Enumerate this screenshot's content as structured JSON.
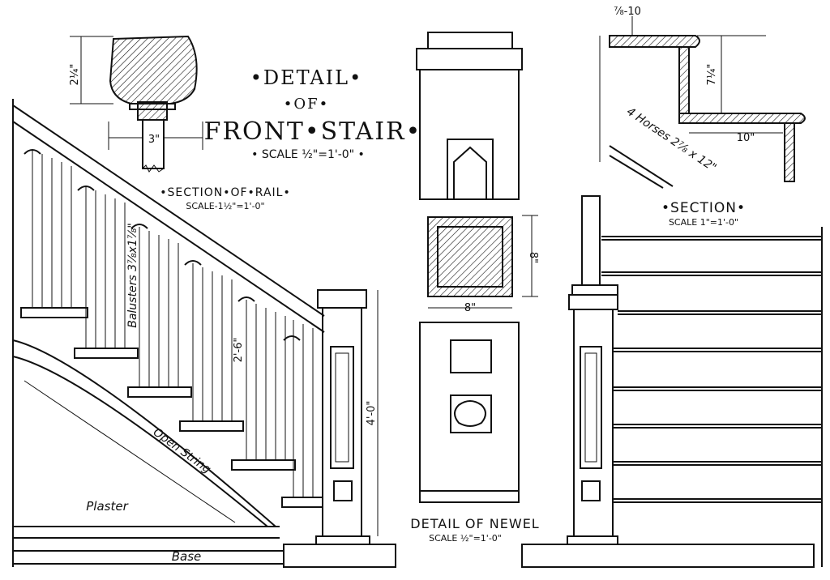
{
  "title": {
    "line1": "•DETAIL•",
    "line2": "•OF•",
    "line3": "FRONT•STAIR•",
    "scale": "• SCALE ½\"=1'-0\" •"
  },
  "section_of_rail": {
    "title": "•SECTION•OF•RAIL•",
    "scale": "SCALE-1½\"=1'-0\"",
    "dim_height": "2¼\"",
    "dim_width": "3\""
  },
  "section": {
    "title": "•SECTION•",
    "scale": "SCALE 1\"=1'-0\"",
    "dim_top": "⅞-10",
    "dim_riser": "7¼\"",
    "dim_tread": "10\"",
    "horses": "4 Horses 2⅞ x 12\""
  },
  "newel": {
    "title": "DETAIL OF NEWEL",
    "scale": "SCALE ½\"=1'-0\"",
    "dim_side": "8\"",
    "dim_width": "8\""
  },
  "stair_labels": {
    "balusters": "Balusters 3⅞x1⅞\"",
    "rail_height": "2'-6\"",
    "newel_height": "4'-0\"",
    "open_string": "Open String",
    "plaster": "Plaster",
    "base": "Base"
  }
}
